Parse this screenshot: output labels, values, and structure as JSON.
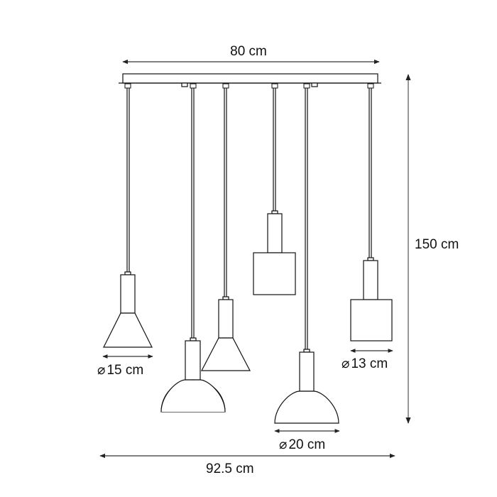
{
  "diagram": {
    "subject": "six-light pendant lamp on linear canopy",
    "dimensions": {
      "canopy_width": "80 cm",
      "total_height": "150 cm",
      "total_width": "92.5 cm",
      "shade_cone": "15 cm",
      "shade_cylinder": "13 cm",
      "shade_dome": "20 cm"
    },
    "diameter_symbol": "⌀",
    "line_color": "#111111",
    "dimension_line_color": "#555555"
  }
}
